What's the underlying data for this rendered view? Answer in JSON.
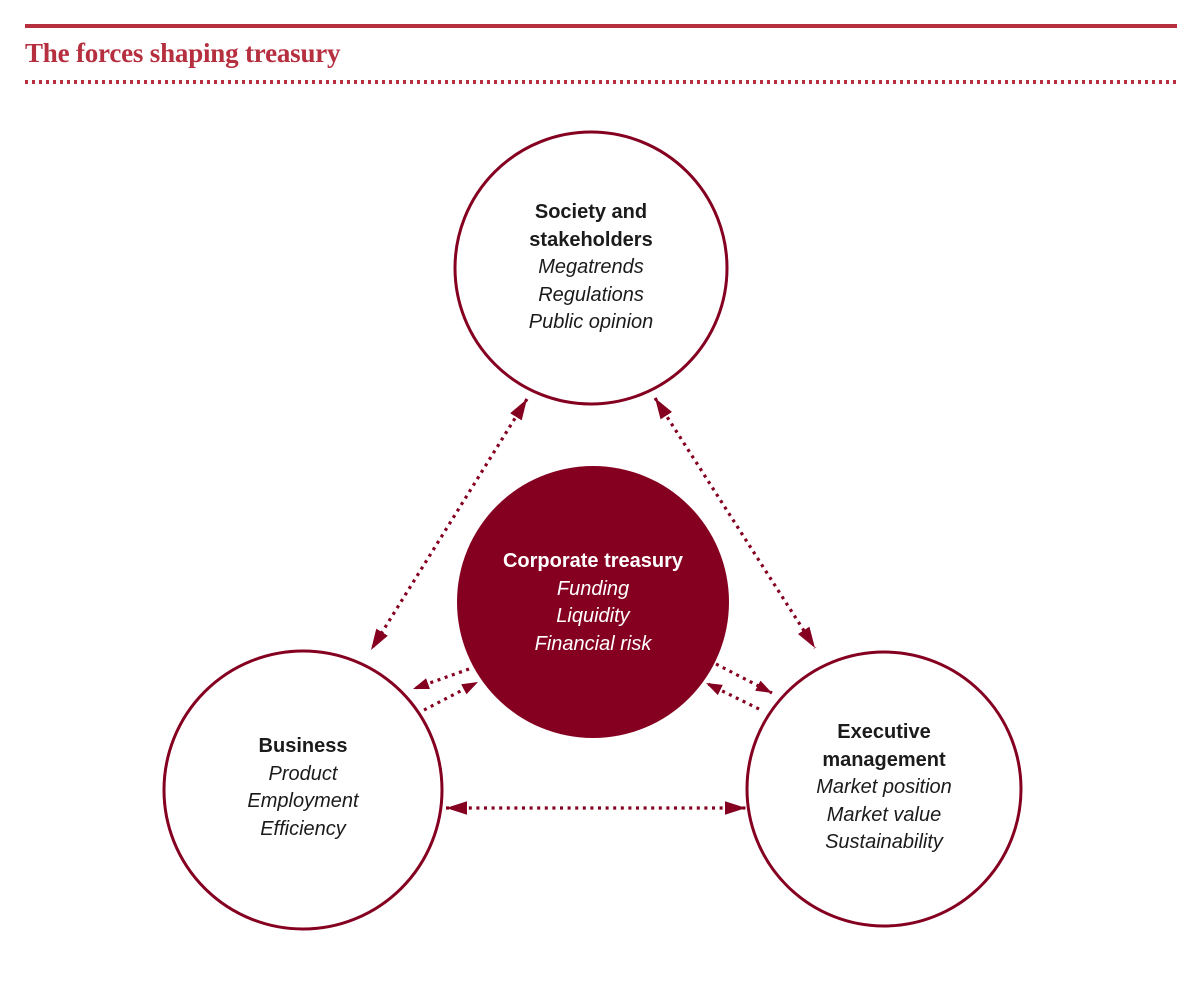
{
  "header": {
    "title": "The forces shaping treasury"
  },
  "colors": {
    "accent_red": "#b52f3f",
    "maroon": "#850020",
    "text_black": "#1b1b1b",
    "background": "#ffffff",
    "center_circle_text": "#ffffff"
  },
  "diagram": {
    "nodes": [
      {
        "id": "society",
        "title_lines": [
          "Society and",
          "stakeholders"
        ],
        "items": [
          "Megatrends",
          "Regulations",
          "Public opinion"
        ]
      },
      {
        "id": "treasury",
        "title_lines": [
          "Corporate treasury"
        ],
        "items": [
          "Funding",
          "Liquidity",
          "Financial risk"
        ]
      },
      {
        "id": "business",
        "title_lines": [
          "Business"
        ],
        "items": [
          "Product",
          "Employment",
          "Efficiency"
        ]
      },
      {
        "id": "executive",
        "title_lines": [
          "Executive",
          "management"
        ],
        "items": [
          "Market position",
          "Market value",
          "Sustainability"
        ]
      }
    ],
    "connections": [
      "society-business-bidirectional",
      "society-executive-bidirectional",
      "business-executive-bidirectional",
      "treasury-business-pair",
      "treasury-executive-pair"
    ]
  }
}
